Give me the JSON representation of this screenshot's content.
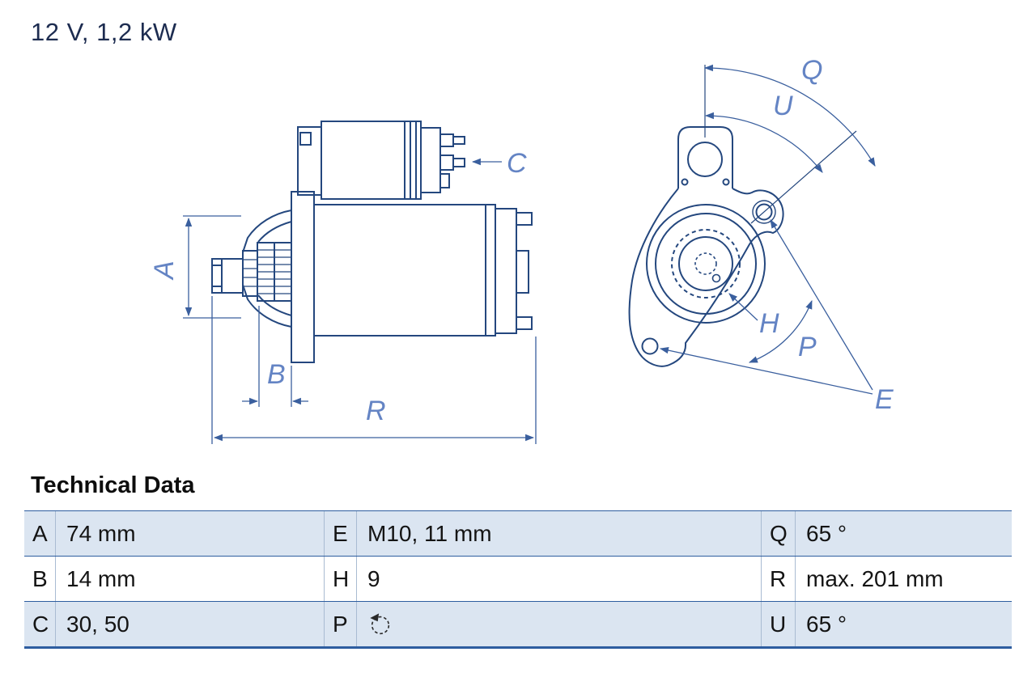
{
  "title": "12 V, 1,2 kW",
  "diagram": {
    "type": "starter-motor-technical-drawing",
    "views": [
      "side-view",
      "mounting-flange-front-view"
    ],
    "dimension_labels": {
      "A": "A",
      "B": "B",
      "C": "C",
      "R": "R",
      "Q": "Q",
      "U": "U",
      "H": "H",
      "P": "P",
      "E": "E"
    }
  },
  "technical_data": {
    "heading": "Technical Data",
    "rows": [
      {
        "cells": [
          {
            "key": "A",
            "value": "74 mm"
          },
          {
            "key": "E",
            "value": "M10, 11 mm"
          },
          {
            "key": "Q",
            "value": "65 °"
          }
        ]
      },
      {
        "cells": [
          {
            "key": "B",
            "value": "14 mm"
          },
          {
            "key": "H",
            "value": "9"
          },
          {
            "key": "R",
            "value": "max. 201 mm"
          }
        ]
      },
      {
        "cells": [
          {
            "key": "C",
            "value": "30, 50"
          },
          {
            "key": "P",
            "value": "",
            "icon": "rotation-direction-ccw"
          },
          {
            "key": "U",
            "value": "65 °"
          }
        ]
      }
    ]
  },
  "colors": {
    "drawing_line": "#24477e",
    "dimension_line": "#3a5f9e",
    "dimension_label": "#6484c4",
    "table_border": "#2e5d9f",
    "table_row_alt": "#dbe5f1",
    "text": "#141414"
  }
}
